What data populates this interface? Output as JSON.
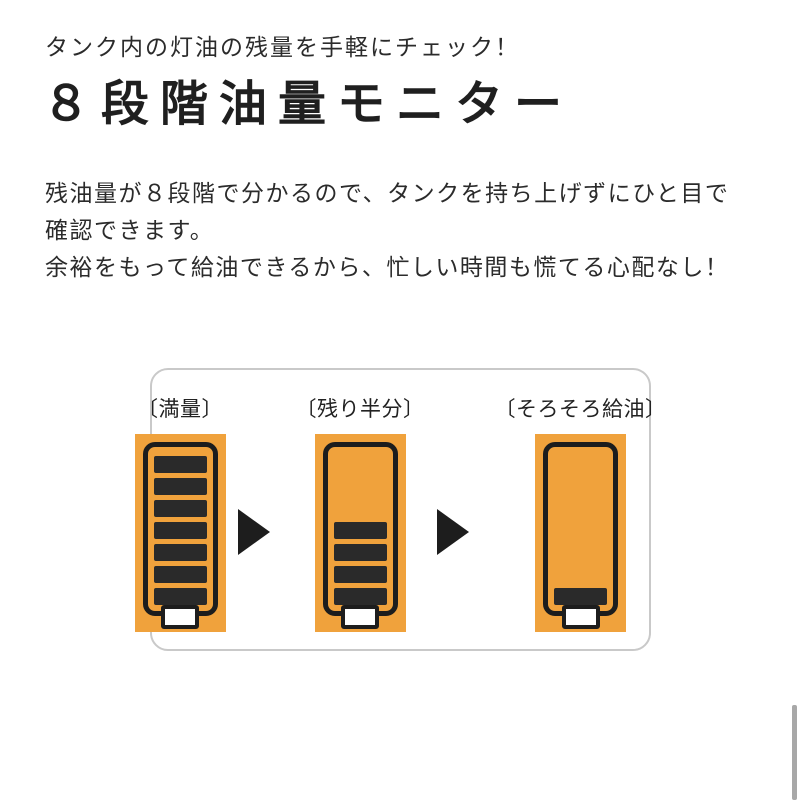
{
  "header": {
    "tagline": "タンク内の灯油の残量を手軽にチェック！",
    "title": "８段階油量モニター"
  },
  "description": {
    "lines": [
      "残油量が８段階で分かるので、タンクを持ち上げずにひと目で",
      "確認できます。",
      "余裕をもって給油できるから、忙しい時間も慌てる心配なし！"
    ]
  },
  "diagram": {
    "stages": [
      {
        "label": "〔満量〕",
        "bars": 7
      },
      {
        "label": "〔残り半分〕",
        "bars": 4
      },
      {
        "label": "〔そろそろ給油〕",
        "bars": 1
      }
    ],
    "colors": {
      "tank_fill": "#f0a23c",
      "bar": "#2a2a2a",
      "outline": "#1d1d1d",
      "box_border": "#c9c9c9"
    }
  },
  "scrollbar": {
    "color": "#a8a8a8"
  }
}
